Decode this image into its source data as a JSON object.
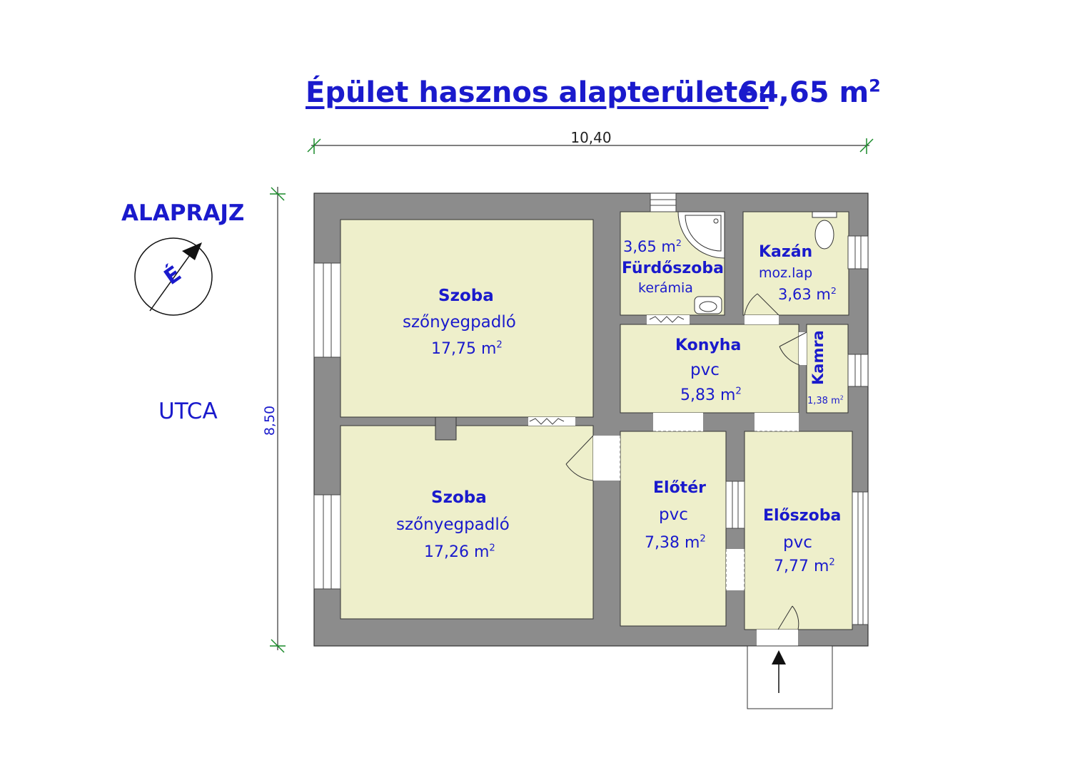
{
  "title": "Épület hasznos alapterülete:",
  "total_area": {
    "value": "64,65 m",
    "sup": "2"
  },
  "heading": "ALAPRAJZ",
  "street": "UTCA",
  "dimensions": {
    "width": "10,40",
    "height": "8,50"
  },
  "compass": {
    "label": "É"
  },
  "rooms": [
    {
      "name": "Szoba",
      "floor": "szőnyegpadló",
      "area": "17,75 m",
      "sup": "2"
    },
    {
      "name": "Szoba",
      "floor": "szőnyegpadló",
      "area": "17,26 m",
      "sup": "2"
    },
    {
      "name": "Fürdőszoba",
      "floor": "kerámia",
      "area": "3,65 m",
      "sup": "2"
    },
    {
      "name": "Kazán",
      "floor": "moz.lap",
      "area": "3,63 m",
      "sup": "2"
    },
    {
      "name": "Konyha",
      "floor": "pvc",
      "area": "5,83 m",
      "sup": "2"
    },
    {
      "name": "Kamra",
      "floor": "",
      "area": "1,38 m",
      "sup": "2"
    },
    {
      "name": "Előtér",
      "floor": "pvc",
      "area": "7,38 m",
      "sup": "2"
    },
    {
      "name": "Előszoba",
      "floor": "pvc",
      "area": "7,77 m",
      "sup": "2"
    }
  ],
  "colors": {
    "text": "#1a1acc",
    "wall": "#8c8c8c",
    "floor": "#eeefcb",
    "line": "#1a8a2a"
  }
}
